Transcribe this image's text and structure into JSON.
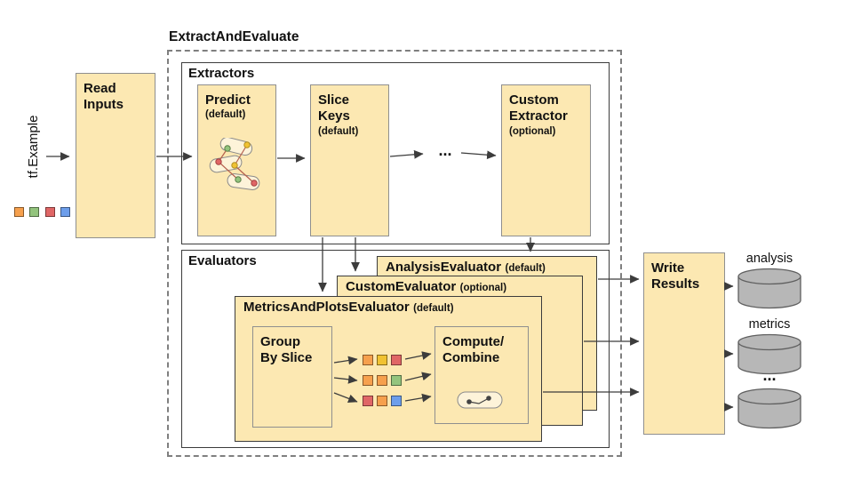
{
  "title": "ExtractAndEvaluate",
  "input": {
    "label": "tf.Example",
    "legend_colors": [
      "#f6a04d",
      "#93c47d",
      "#e06666",
      "#6d9eeb"
    ]
  },
  "read_inputs": {
    "title": "Read\nInputs"
  },
  "extractors": {
    "label": "Extractors",
    "ellipsis": "...",
    "predict": {
      "title": "Predict",
      "qualifier": "(default)"
    },
    "slice_keys": {
      "title": "Slice\nKeys",
      "qualifier": "(default)"
    },
    "custom_extractor": {
      "title": "Custom\nExtractor",
      "qualifier": "(optional)"
    }
  },
  "evaluators": {
    "label": "Evaluators",
    "analysis_evaluator": {
      "title": "AnalysisEvaluator",
      "qualifier": "(default)"
    },
    "custom_evaluator": {
      "title": "CustomEvaluator",
      "qualifier": "(optional)"
    },
    "metrics_plots_evaluator": {
      "title": "MetricsAndPlotsEvaluator",
      "qualifier": "(default)"
    },
    "group_by_slice": {
      "title": "Group\nBy Slice"
    },
    "compute_combine": {
      "title": "Compute/\nCombine"
    },
    "slice_grid_colors": [
      [
        "#f6a04d",
        "#f1c232",
        "#e06666"
      ],
      [
        "#f6a04d",
        "#f6a04d",
        "#93c47d"
      ],
      [
        "#e06666",
        "#f6a04d",
        "#6d9eeb"
      ]
    ]
  },
  "write_results": {
    "title": "Write\nResults"
  },
  "outputs": {
    "analysis": "analysis",
    "metrics": "metrics",
    "more": "..."
  },
  "colors": {
    "box_fill": "#fce8b2",
    "cylinder_fill": "#b7b7b7",
    "arrow": "#3c3c3c"
  }
}
